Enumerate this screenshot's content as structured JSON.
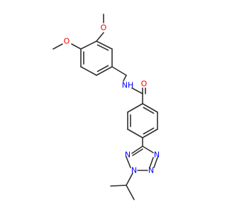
{
  "molecule": {
    "atoms": [
      {
        "id": "O_meta",
        "label": "O",
        "color": "#ff0000"
      },
      {
        "id": "O_para",
        "label": "O",
        "color": "#ff0000"
      },
      {
        "id": "N_amide",
        "label": "NH",
        "color": "#0000ff"
      },
      {
        "id": "O_carbonyl",
        "label": "O",
        "color": "#ff0000"
      },
      {
        "id": "N_t1",
        "label": "N",
        "color": "#0000ff"
      },
      {
        "id": "N_t2",
        "label": "N",
        "color": "#0000ff"
      },
      {
        "id": "N_t3",
        "label": "N",
        "color": "#0000ff"
      },
      {
        "id": "N_t4",
        "label": "N",
        "color": "#0000ff"
      }
    ],
    "bond_color": "#303030"
  }
}
